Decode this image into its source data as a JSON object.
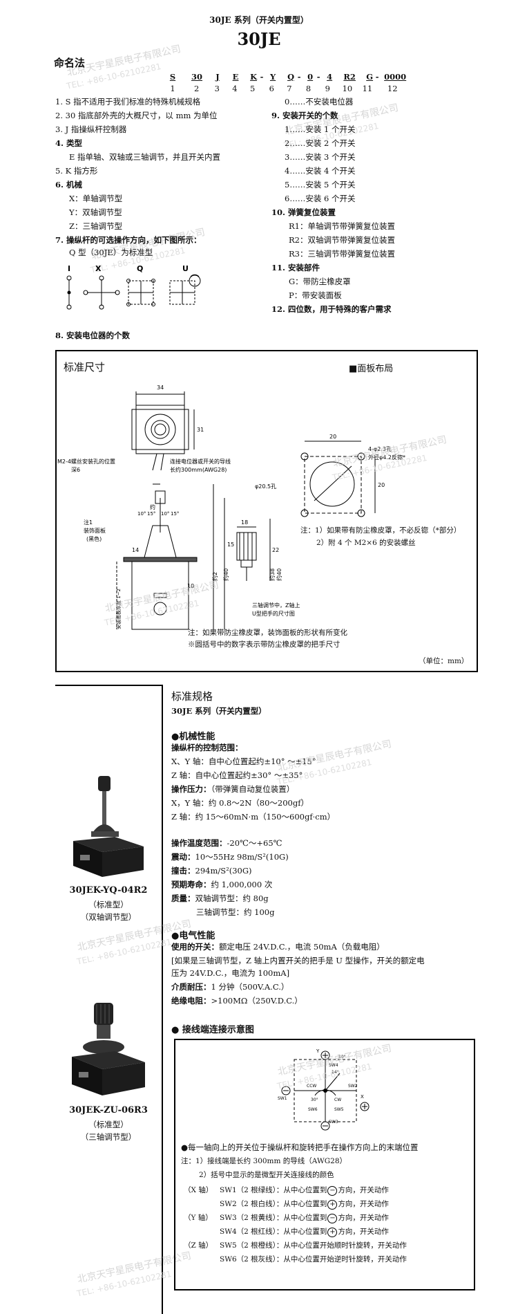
{
  "header": {
    "series": "30JE 系列（开关内置型）",
    "model": "30JE"
  },
  "naming": {
    "title": "命名法",
    "code": [
      "S",
      "30",
      "J",
      "E",
      "K",
      "Y",
      "Q",
      "0",
      "4",
      "R2",
      "G",
      "0000"
    ],
    "code_seps": [
      "-",
      "-",
      "-",
      "-",
      "-"
    ],
    "positions": [
      "1",
      "2",
      "3",
      "4",
      "5",
      "6",
      "7",
      "8",
      "9",
      "10",
      "11",
      "12"
    ],
    "left_items": [
      "1. S 指不适用于我们标准的特殊机械规格",
      "2. 30 指底部外壳的大概尺寸，以 mm 为单位",
      "3. J 指操纵杆控制器",
      "4. 类型",
      "E 指单轴、双轴或三轴调节，并且开关内置",
      "5. K 指方形",
      "6. 机械",
      "X：单轴调节型",
      "Y：双轴调节型",
      "Z：三轴调节型",
      "7. 操纵杆的可选操作方向，如下图所示：",
      "Q 型（30JE）为标准型"
    ],
    "right_items": [
      "0……不安装电位器",
      "9. 安装开关的个数",
      "1……安装 1 个开关",
      "2……安装 2 个开关",
      "3……安装 3 个开关",
      "4……安装 4 个开关",
      "5……安装 5 个开关",
      "6……安装 6 个开关",
      "10. 弹簧复位装置",
      "R1：单轴调节带弹簧复位装置",
      "R2：双轴调节带弹簧复位装置",
      "R3：三轴调节带弹簧复位装置",
      "11. 安装部件",
      "G：带防尘橡皮罩",
      "P：带安装面板",
      "12. 四位数，用于特殊的客户需求"
    ],
    "direction_labels": [
      "I",
      "X",
      "Q",
      "U"
    ],
    "item8": "8. 安装电位器的个数"
  },
  "dimensions": {
    "title": "标准尺寸",
    "panel_title": "■面板布局",
    "labels": {
      "d34": "34",
      "d31": "31",
      "d20": "20",
      "d18": "18",
      "d22": "22",
      "d15": "15",
      "d14": "14",
      "d10": "10",
      "ang_about": "约",
      "ang_a": "10°",
      "ang_b": "15°",
      "ang_c": "10°",
      "ang_d": "15°",
      "h_left": "约2",
      "h_left2": "约40",
      "h_right": "约38",
      "h_right2": "约40",
      "thread": "M2-4螺丝安装孔的位置",
      "depth": "深6",
      "lead1": "连接电位器或开关的导线",
      "lead2": "长约300mm(AWG28)",
      "note1a": "注1",
      "note1b": "装饰面板",
      "note1c": "(黑色)",
      "rot_label": "约",
      "panel_thickness": "安装面板厚度 1~2",
      "u_note1": "三轴调节中，Z轴上",
      "u_note2": "U型把手的尺寸图",
      "hole_note": "4-φ2.3孔",
      "hole_note2": "外径φ4.2反锪*",
      "big_hole": "φ20.5孔",
      "notes1": "注：1）如果带有防尘橡皮罩，不必反锪（*部分）",
      "notes2": "2）附 4 个 M2×6 的安装螺丝",
      "bottom_note1": "注：如果带防尘橡皮罩，装饰面板的形状有所变化",
      "bottom_note2": "※圆括号中的数字表示带防尘橡皮罩的把手尺寸",
      "unit": "（单位：mm）"
    }
  },
  "products": [
    {
      "name": "30JEK-YQ-04R2",
      "sub1": "（标准型）",
      "sub2": "（双轴调节型）"
    },
    {
      "name": "30JEK-ZU-06R3",
      "sub1": "（标准型）",
      "sub2": "（三轴调节型）"
    }
  ],
  "spec": {
    "title": "标准规格",
    "subtitle": "30JE 系列（开关内置型）",
    "mech_title": "●机械性能",
    "range_label": "操纵杆的控制范围：",
    "range_xy": "X、Y 轴：自中心位置起约±10° ～±15°",
    "range_z": "Z 轴：自中心位置起约±30° ～±35°",
    "force_label": "操作压力：",
    "force_note": "（带弹簧自动复位装置）",
    "force_xy": "X，Y 轴：约 0.8～2N（80～200gf）",
    "force_z": "Z 轴：约 15～60mN·m（150～600gf·cm）",
    "temp_label": "操作温度范围：",
    "temp_val": "-20℃～+65℃",
    "vib_label": "震动：",
    "vib_val": "10～55Hz 98m/S²(10G)",
    "shock_label": "撞击：",
    "shock_val": "294m/S²(30G)",
    "life_label": "预期寿命：",
    "life_val": "约 1,000,000 次",
    "mass_label": "质量：",
    "mass_val1": "双轴调节型：约 80g",
    "mass_val2": "三轴调节型：约 100g",
    "elec_title": "●电气性能",
    "switch_label": "使用的开关：",
    "switch_val": "额定电压 24V.D.C.，电流 50mA（负载电阻）",
    "switch_note1": "[如果是三轴调节型，Z 轴上内置开关的把手是 U 型操作，开关的额定电",
    "switch_note2": "压为 24V.D.C.，电流为 100mA]",
    "dielec_label": "介质耐压：",
    "dielec_val": "1 分钟（500V.A.C.）",
    "insul_label": "绝缘电阻：",
    "insul_val": ">100MΩ（250V.D.C.）"
  },
  "wiring": {
    "title": "●  接线端连接示意图",
    "labels": {
      "y": "Y",
      "x": "X",
      "sw1": "SW1",
      "sw2": "SW2",
      "sw3": "SW3",
      "sw4": "SW4",
      "sw5": "SW5",
      "sw6": "SW6",
      "ccw": "CCW",
      "cw": "CW",
      "ang10": "10°",
      "ang14": "14°",
      "ang30": "30°"
    },
    "note_main": "●每一轴向上的开关位于操纵杆和旋转把手在操作方向上的末端位置",
    "note1": "注：1）接线端是长约 300mm 的导线（AWG28）",
    "note2": "2）括号中显示的是微型开关连接线的颜色",
    "rows": [
      {
        "axis": "（X 轴）",
        "sw": "SW1（2 根绿线）：从中心位置到",
        "sym": "−",
        "tail": "方向，开关动作"
      },
      {
        "axis": "",
        "sw": "SW2（2 根白线）：从中心位置到",
        "sym": "+",
        "tail": "方向，开关动作"
      },
      {
        "axis": "（Y 轴）",
        "sw": "SW3（2 根黄线）：从中心位置到",
        "sym": "−",
        "tail": "方向，开关动作"
      },
      {
        "axis": "",
        "sw": "SW4（2 根红线）：从中心位置到",
        "sym": "+",
        "tail": "方向，开关动作"
      },
      {
        "axis": "（Z 轴）",
        "sw": "SW5（2 根橙线）：从中心位置开始顺时针旋转，开关动作",
        "sym": "",
        "tail": ""
      },
      {
        "axis": "",
        "sw": "SW6（2 根灰线）：从中心位置开始逆时针旋转，开关动作",
        "sym": "",
        "tail": ""
      }
    ]
  },
  "watermark": {
    "company": "北京天宇星辰电子有限公司",
    "tel": "TEL: +86-10-62102281"
  }
}
